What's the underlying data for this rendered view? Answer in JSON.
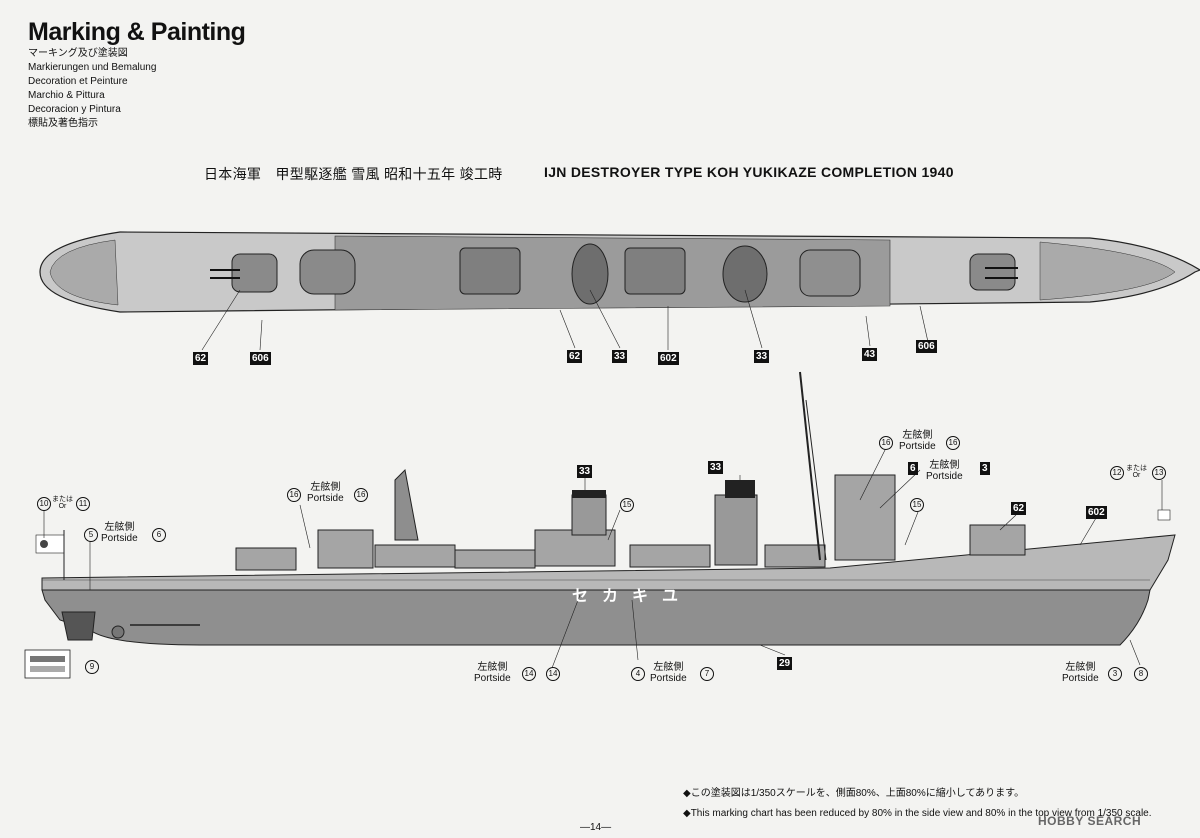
{
  "header": {
    "title": "Marking & Painting",
    "languages": [
      "マーキング及び塗装図",
      "Markierungen und Bemalung",
      "Decoration et Peinture",
      "Marchio & Pittura",
      "Decoracion y Pintura",
      "標貼及著色指示"
    ]
  },
  "subtitle": {
    "jp": "日本海軍　甲型駆逐艦 雪風 昭和十五年 竣工時",
    "en": "IJN DESTROYER TYPE KOH YUKIKAZE COMPLETION 1940"
  },
  "top_view_callouts": [
    "62",
    "606",
    "62",
    "33",
    "602",
    "33",
    "43",
    "606"
  ],
  "side_view": {
    "boxed": {
      "c33a": "33",
      "c33b": "33",
      "c6": "6",
      "c3": "3",
      "c62": "62",
      "c602": "602",
      "c29": "29"
    },
    "circled": {
      "n10": "10",
      "n11": "11",
      "n5": "5",
      "n6": "6",
      "n16a": "16",
      "n16b": "16",
      "n15a": "15",
      "n16c": "16",
      "n16d": "16",
      "n15b": "15",
      "n12": "12",
      "n13": "13",
      "n9": "9",
      "n14a": "14",
      "n14b": "14",
      "n4": "4",
      "n7": "7",
      "n3": "3",
      "n8": "8"
    },
    "portside_jp": "左舷側",
    "portside_en": "Portside",
    "or_jp": "または",
    "or_en": "Or",
    "hull_name": "セカキユ"
  },
  "notes": [
    "◆この塗装図は1/350スケールを、側面80%、上面80%に縮小してあります。",
    "◆This marking chart has been reduced by 80% in the side view and 80% in the top  view  from 1/350 scale."
  ],
  "page_number": "—14—",
  "watermark": "HOBBY SEARCH"
}
